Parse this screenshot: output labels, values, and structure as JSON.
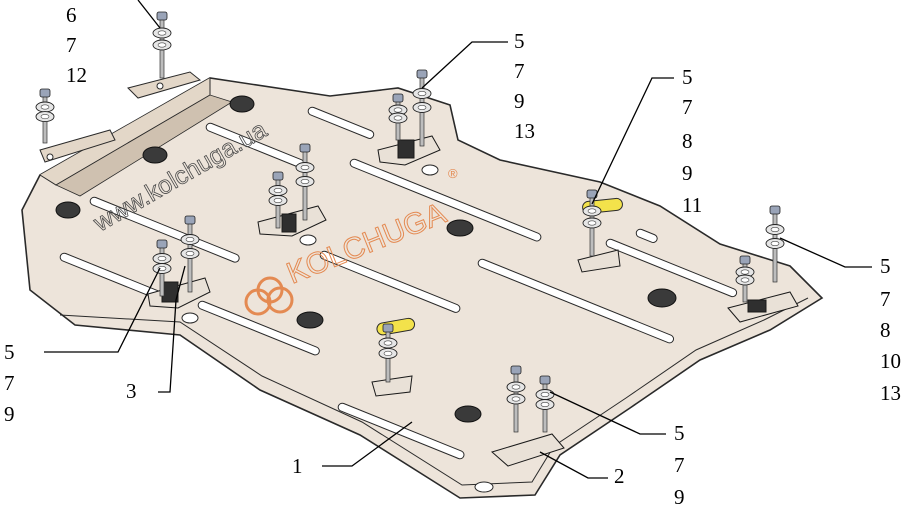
{
  "watermark": {
    "url": "www.kolchuga.ua",
    "brand": "KOLCHUGA",
    "registered": "®"
  },
  "colors": {
    "plate_fill": "#ede4da",
    "plate_stroke": "#2a2a2a",
    "highlight": "#f3e24b",
    "watermark": "#e48a52"
  },
  "callouts": {
    "top_left": [
      "6",
      "7",
      "12"
    ],
    "top_center": [
      "5",
      "7",
      "9",
      "13"
    ],
    "top_right": [
      "5",
      "7",
      "8",
      "9",
      "11"
    ],
    "right": [
      "5",
      "7",
      "8",
      "10",
      "13"
    ],
    "left": [
      "5",
      "7",
      "9"
    ],
    "bracket_3": [
      "3"
    ],
    "plate_1": [
      "1"
    ],
    "bracket_2": [
      "2"
    ],
    "bottom_right": [
      "5",
      "7",
      "9"
    ]
  }
}
